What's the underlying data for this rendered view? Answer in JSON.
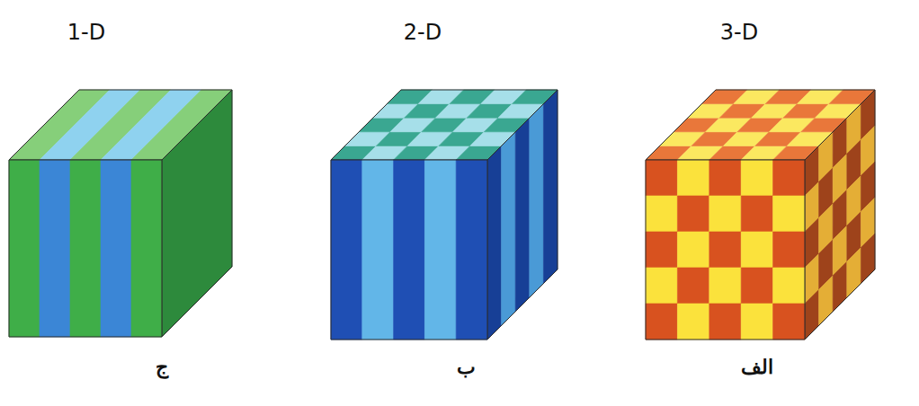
{
  "diagram": {
    "labels": [
      "1-D",
      "2-D",
      "3-D",
      "ج",
      "ب",
      "الف"
    ]
  }
}
